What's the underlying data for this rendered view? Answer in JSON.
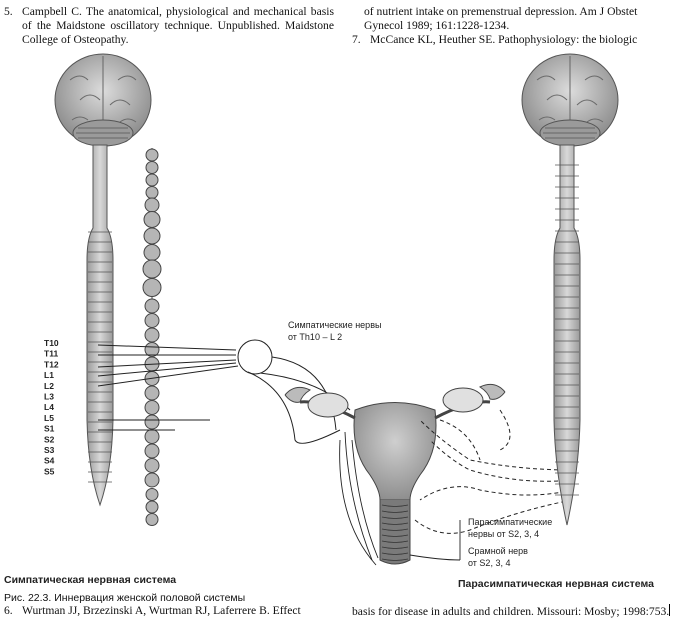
{
  "references_top": {
    "ref5_num": "5.",
    "ref5_text": "Campbell C. The anatomical, physiological and mechanical basis of the Maidstone oscillatory technique. Unpublished. Maidstone College of Osteopathy.",
    "ref_cont_text": "of nutrient intake on premenstrual depression. Am J Obstet Gynecol 1989; 161:1228-1234.",
    "ref7_num": "7.",
    "ref7_text": "McCance KL, Heuther SE. Pathophysiology: the biologic"
  },
  "references_bottom": {
    "ref6_num": "6.",
    "ref6_text": "Wurtman JJ, Brzezinski A, Wurtman RJ, Laferrere B. Effect",
    "ref7_cont_text": "basis for disease in adults and children. Missouri: Mosby; 1998:753."
  },
  "figure": {
    "caption": "Рис. 22.3. Иннервация женской половой системы",
    "left_title": "Симпатическая нервная система",
    "right_title": "Парасимпатическая нервная система",
    "sympathetic_label_line1": "Симпатические нервы",
    "sympathetic_label_line2": "от Th10 – L 2",
    "parasympathetic_label_line1": "Парасимпатические",
    "parasympathetic_label_line2": "нервы от S2, 3, 4",
    "pudendal_label_line1": "Срамной нерв",
    "pudendal_label_line2": "от S2, 3, 4",
    "segments": [
      "T10",
      "T11",
      "T12",
      "L1",
      "L2",
      "L3",
      "L4",
      "L5",
      "S1",
      "S2",
      "S3",
      "S4",
      "S5"
    ]
  }
}
